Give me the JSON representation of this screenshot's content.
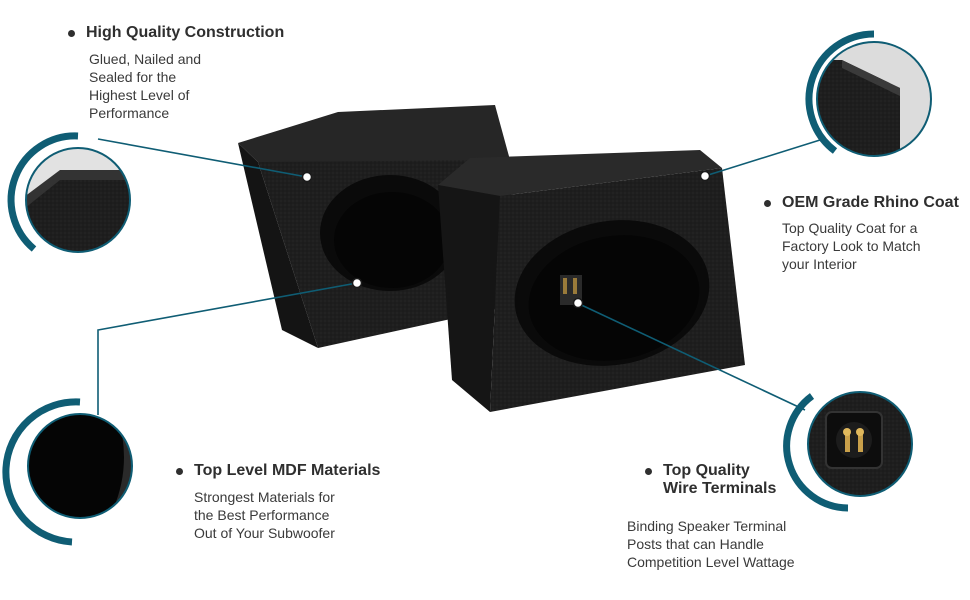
{
  "features": [
    {
      "id": "construction",
      "title": "High Quality Construction",
      "desc_lines": [
        "Glued, Nailed and",
        "Sealed for the",
        "Highest Level of",
        "Performance"
      ]
    },
    {
      "id": "coat",
      "title": "OEM Grade Rhino Coat",
      "desc_lines": [
        "Top Quality Coat for a",
        "Factory Look to Match",
        "your Interior"
      ]
    },
    {
      "id": "mdf",
      "title": "Top Level MDF Materials",
      "desc_lines": [
        "Strongest Materials for",
        "the Best Performance",
        "Out of  Your Subwoofer"
      ]
    },
    {
      "id": "terminals",
      "title_lines": [
        "Top Quality",
        "Wire Terminals"
      ],
      "desc_lines": [
        "Binding Speaker Terminal",
        "Posts that can Handle",
        "Competition Level Wattage"
      ]
    }
  ],
  "colors": {
    "accent": "#0f5d74",
    "box": "#1b1b1b",
    "box_face": "#232323",
    "text": "#333333"
  },
  "icons": [
    "detail-zoom-circle",
    "callout-dot"
  ]
}
